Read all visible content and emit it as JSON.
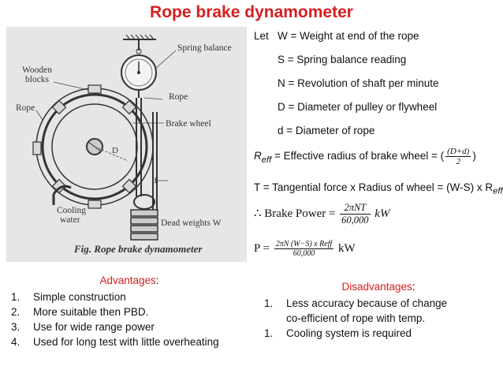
{
  "title": "Rope brake dynamometer",
  "figure": {
    "labels": {
      "spring_balance": "Spring balance",
      "wooden_blocks_1": "Wooden",
      "wooden_blocks_2": "blocks",
      "rope_left": "Rope",
      "rope_right": "Rope",
      "brake_wheel": "Brake wheel",
      "D": "D",
      "d": "d",
      "cooling_1": "Cooling",
      "cooling_2": "water",
      "dead_weights": "Dead weights W",
      "caption": "Fig. Rope brake dynamometer"
    }
  },
  "definitions": {
    "let": "Let",
    "W": "W = Weight at end of the rope",
    "S": "S = Spring balance reading",
    "N": "N = Revolution of shaft per minute",
    "D": "D = Diameter of pulley or flywheel",
    "d": "d = Diameter of rope",
    "reff_r": "R",
    "reff_sub": "eff",
    "reff_text": "= Effective radius of brake wheel = (",
    "reff_num": "(D+d)",
    "reff_den": "2",
    "reff_close": ")",
    "T_text": "T = Tangential force x Radius of wheel = (W-S) x R",
    "T_sub": "eff",
    "bp_therefore": "∴",
    "bp_label": "Brake Power =",
    "bp_num": "2πNT",
    "bp_den": "60,000",
    "bp_unit": "kW",
    "p_label": "P =",
    "p_num": "2πN (W−S) x Reff",
    "p_den": "60,000",
    "p_unit": "kW"
  },
  "advantages": {
    "title": "Advantages",
    "colon": ":",
    "items": [
      "Simple construction",
      "More suitable then PBD.",
      "Use for wide range power",
      "Used for long test with little overheating"
    ]
  },
  "disadvantages": {
    "title": "Disadvantages",
    "colon": ":",
    "item1_a": "Less accuracy because of change",
    "item1_b": "co-efficient of rope with temp.",
    "item2": "Cooling system is required"
  },
  "colors": {
    "accent": "#d81e1e",
    "figure_bg": "#e6e6e6"
  }
}
